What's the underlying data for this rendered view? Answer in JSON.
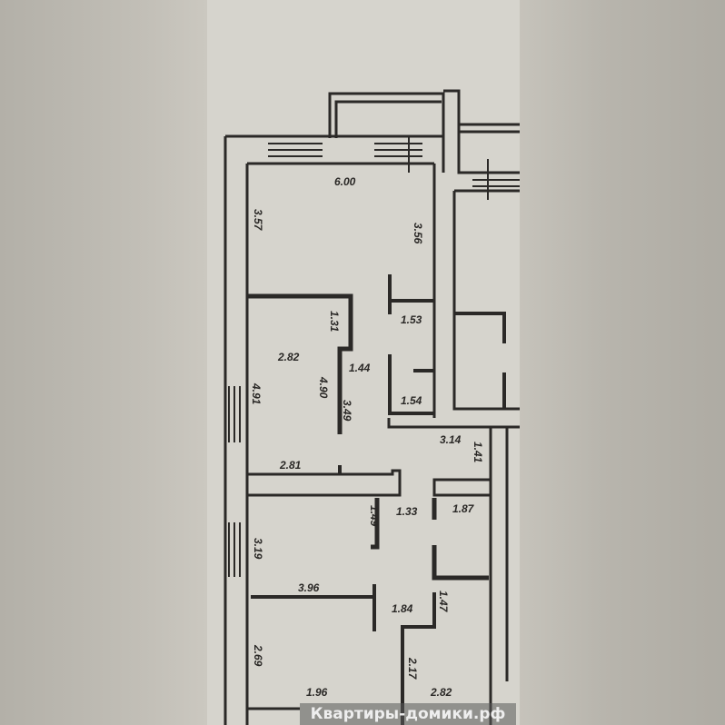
{
  "floor_plan": {
    "dimensions": {
      "room1_width": "6.00",
      "room1_left": "3.57",
      "room1_right": "3.56",
      "closet_top": "1.53",
      "closet_bottom": "1.54",
      "notch": "1.31",
      "room2_width": "2.82",
      "corridor_width": "1.44",
      "room2_inner": "4.90",
      "room2_outer": "4.91",
      "corridor_len": "3.49",
      "room2_bottom": "2.81",
      "hall_width": "3.14",
      "hall_small": "1.41",
      "hall_2": "1.33",
      "niche": "1.49",
      "bath": "1.87",
      "room3_left": "3.19",
      "room3_width": "3.96",
      "hall_3": "1.84",
      "bath_2": "1.47",
      "room4_left": "2.69",
      "room4_inner": "2.17",
      "room4_bottom_left": "1.96",
      "room4_bottom_right": "2.82"
    }
  },
  "watermark": "Квартиры-домики.рф"
}
